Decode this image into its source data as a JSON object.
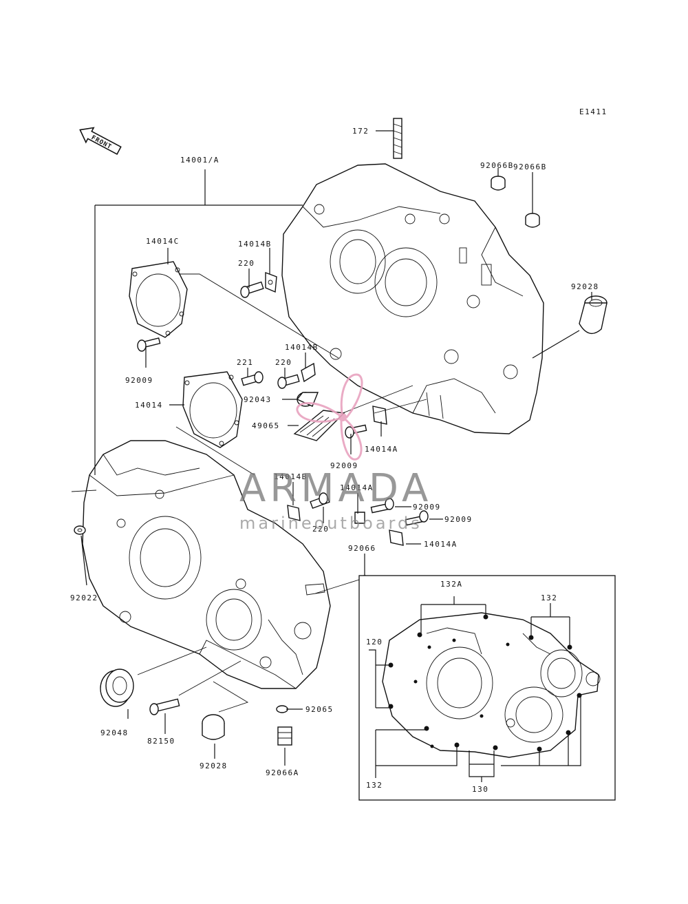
{
  "diagram_code": "E1411",
  "front_label": "FRONT",
  "watermark": {
    "brand": "ARMADA",
    "tagline": "marineoutboards",
    "color": "#e8a3bf"
  },
  "callouts": [
    {
      "id": "c172",
      "text": "172"
    },
    {
      "id": "c92066b_1",
      "text": "92066B"
    },
    {
      "id": "c92066b_2",
      "text": "92066B"
    },
    {
      "id": "c14001a",
      "text": "14001/A"
    },
    {
      "id": "c14014c",
      "text": "14014C"
    },
    {
      "id": "c14014b_1",
      "text": "14014B"
    },
    {
      "id": "c220_1",
      "text": "220"
    },
    {
      "id": "c92028_1",
      "text": "92028"
    },
    {
      "id": "c92009_1",
      "text": "92009"
    },
    {
      "id": "c14014b_2",
      "text": "14014B"
    },
    {
      "id": "c221",
      "text": "221"
    },
    {
      "id": "c220_2",
      "text": "220"
    },
    {
      "id": "c14014",
      "text": "14014"
    },
    {
      "id": "c92043",
      "text": "92043"
    },
    {
      "id": "c49065",
      "text": "49065"
    },
    {
      "id": "c14014a_1",
      "text": "14014A"
    },
    {
      "id": "c92009_2",
      "text": "92009"
    },
    {
      "id": "c14014b_3",
      "text": "14014B"
    },
    {
      "id": "c14014a_2",
      "text": "14014A"
    },
    {
      "id": "c92009_3",
      "text": "92009"
    },
    {
      "id": "c220_3",
      "text": "220"
    },
    {
      "id": "c92009_4",
      "text": "92009"
    },
    {
      "id": "c14014a_3",
      "text": "14014A"
    },
    {
      "id": "c92066",
      "text": "92066"
    },
    {
      "id": "c92022",
      "text": "92022"
    },
    {
      "id": "c132a",
      "text": "132A"
    },
    {
      "id": "c132_1",
      "text": "132"
    },
    {
      "id": "c120",
      "text": "120"
    },
    {
      "id": "c92048",
      "text": "92048"
    },
    {
      "id": "c82150",
      "text": "82150"
    },
    {
      "id": "c92028_2",
      "text": "92028"
    },
    {
      "id": "c92066a",
      "text": "92066A"
    },
    {
      "id": "c92065",
      "text": "92065"
    },
    {
      "id": "c132_2",
      "text": "132"
    },
    {
      "id": "c130",
      "text": "130"
    }
  ]
}
